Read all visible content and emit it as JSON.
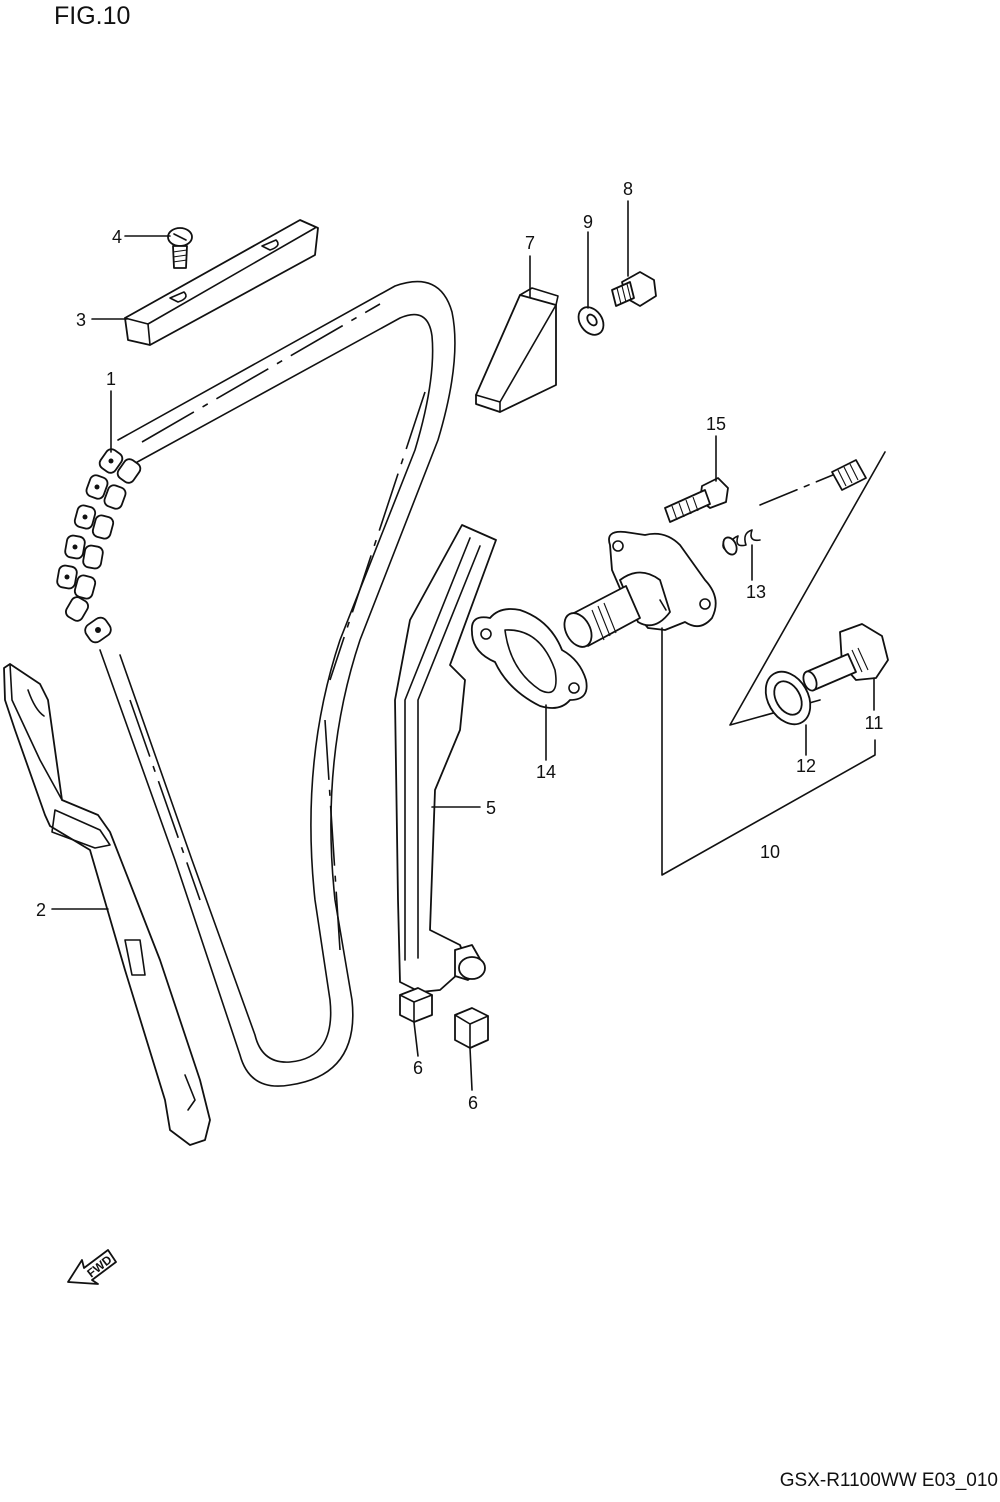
{
  "figure": {
    "title": "FIG.10",
    "model_code": "GSX-R1100WW  E03_010",
    "fwd_mark": "FWD"
  },
  "callouts": {
    "c1": "1",
    "c2": "2",
    "c3": "3",
    "c4": "4",
    "c5": "5",
    "c6a": "6",
    "c6b": "6",
    "c7": "7",
    "c8": "8",
    "c9": "9",
    "c10": "10",
    "c11": "11",
    "c12": "12",
    "c13": "13",
    "c14": "14",
    "c15": "15"
  }
}
